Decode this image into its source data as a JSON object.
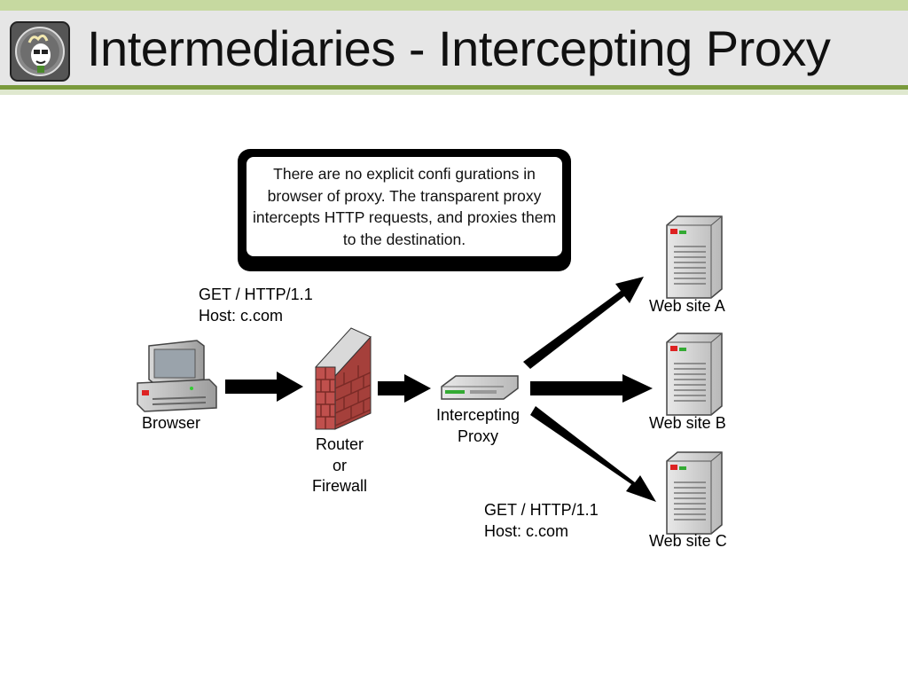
{
  "header": {
    "title": "Intermediaries - Intercepting Proxy",
    "logo_icon": "mascot-logo-icon"
  },
  "callout": {
    "text": "There are no explicit confi gurations in browser of proxy. The transparent proxy intercepts HTTP requests, and proxies them to the destination."
  },
  "request_top": {
    "line1": "GET / HTTP/1.1",
    "line2": "Host: c.com"
  },
  "request_bottom": {
    "line1": "GET / HTTP/1.1",
    "line2": "Host: c.com"
  },
  "nodes": {
    "browser": "Browser",
    "firewall_line1": "Router",
    "firewall_line2": "or",
    "firewall_line3": "Firewall",
    "proxy_line1": "Intercepting",
    "proxy_line2": "Proxy",
    "site_a": "Web site A",
    "site_b": "Web site B",
    "site_c": "Web site C"
  },
  "colors": {
    "header_bg": "#e6e6e6",
    "accent_green": "#7a9a3c",
    "light_green": "#c6d9a0",
    "brick": "#c0504d"
  }
}
